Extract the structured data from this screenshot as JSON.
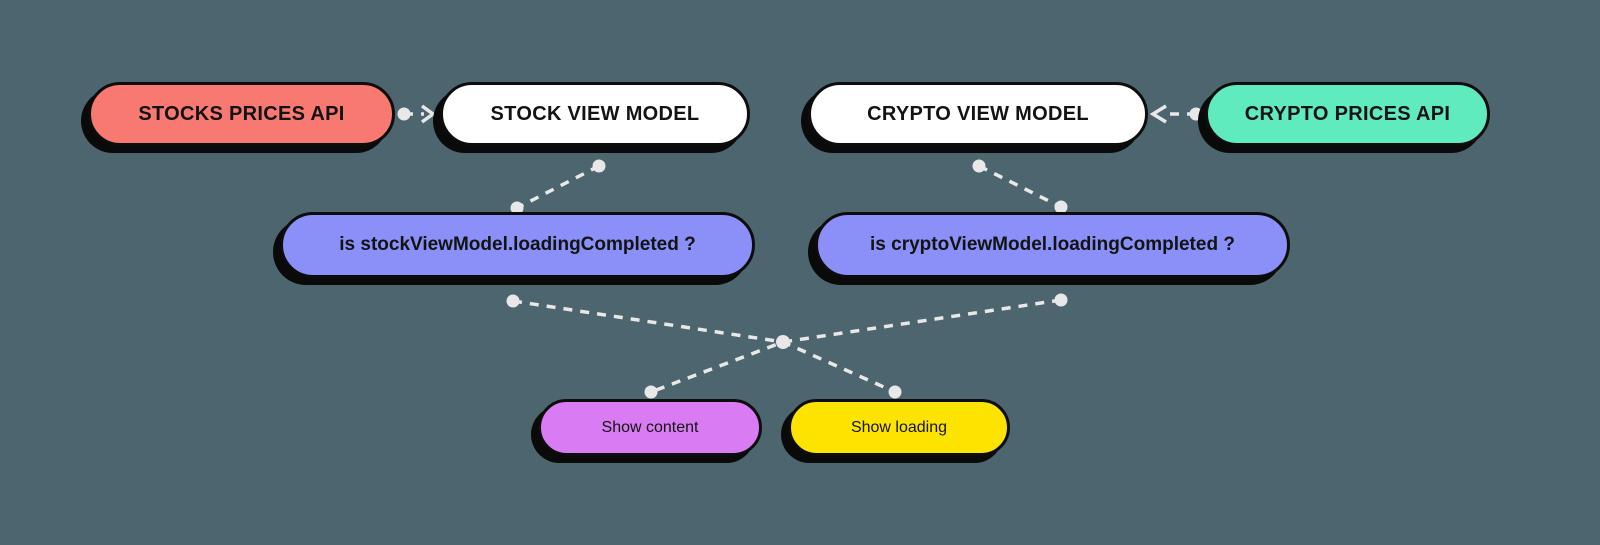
{
  "diagram": {
    "title": "view-model loading flowchart",
    "background_color": "#4D656E",
    "connector_color": "#E8E8E8",
    "outline_color": "#0d0d0d",
    "shadow_color": "#0a0a0a",
    "nodes": {
      "stocks_api": {
        "label": "STOCKS PRICES API",
        "color": "#F87971"
      },
      "stock_view_model": {
        "label": "STOCK VIEW MODEL",
        "color": "#FFFFFF"
      },
      "crypto_view_model": {
        "label": "CRYPTO VIEW MODEL",
        "color": "#FFFFFF"
      },
      "crypto_api": {
        "label": "CRYPTO PRICES API",
        "color": "#60EBBF"
      },
      "stock_condition": {
        "label": "is stockViewModel.loadingCompleted ?",
        "color": "#8A90F7"
      },
      "crypto_condition": {
        "label": "is cryptoViewModel.loadingCompleted ?",
        "color": "#8A90F7"
      },
      "show_content": {
        "label": "Show content",
        "color": "#D97CF3"
      },
      "show_loading": {
        "label": "Show loading",
        "color": "#FCE300"
      }
    },
    "edges": [
      {
        "from": "stocks_api",
        "to": "stock_view_model",
        "style": "dashed-arrow"
      },
      {
        "from": "crypto_api",
        "to": "crypto_view_model",
        "style": "dashed-arrow"
      },
      {
        "from": "stock_view_model",
        "to": "stock_condition",
        "style": "dashed-dots"
      },
      {
        "from": "crypto_view_model",
        "to": "crypto_condition",
        "style": "dashed-dots"
      },
      {
        "from": "stock_condition",
        "to": "show_loading",
        "style": "dashed-dots",
        "via": "center-junction"
      },
      {
        "from": "crypto_condition",
        "to": "show_content",
        "style": "dashed-dots",
        "via": "center-junction"
      }
    ]
  }
}
